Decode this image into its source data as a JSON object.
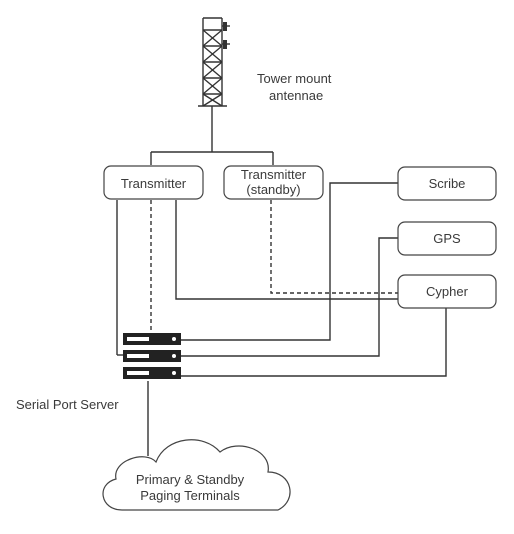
{
  "antenna": {
    "label_line1": "Tower mount",
    "label_line2": "antennae"
  },
  "transmitter": {
    "label": "Transmitter"
  },
  "transmitter_standby": {
    "label_line1": "Transmitter",
    "label_line2": "(standby)"
  },
  "scribe": {
    "label": "Scribe"
  },
  "gps": {
    "label": "GPS"
  },
  "cypher": {
    "label": "Cypher"
  },
  "serial_port_server": {
    "label": "Serial Port Server"
  },
  "terminals": {
    "label_line1": "Primary & Standby",
    "label_line2": "Paging Terminals"
  },
  "colors": {
    "line": "#333333",
    "box_border": "#444444",
    "text": "#3a3a3a",
    "server": "#222222"
  }
}
